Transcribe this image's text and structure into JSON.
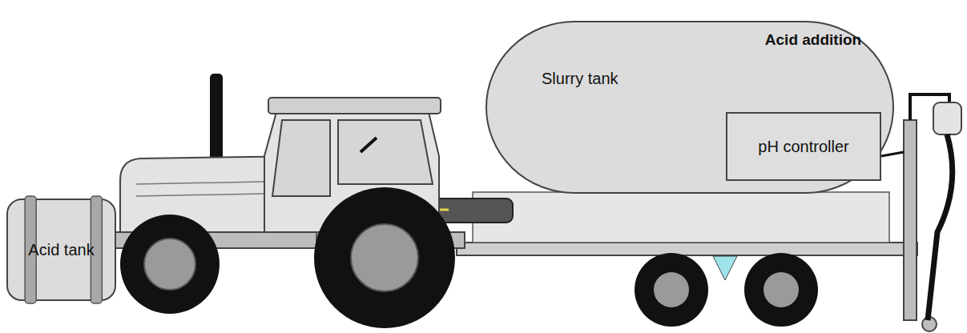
{
  "diagram": {
    "nodes": [
      {
        "text": [
          "Acid tank"
        ]
      },
      {
        "text": [
          "Slurry tank"
        ]
      },
      {
        "text": [
          "pH controller"
        ],
        "in": 1
      }
    ],
    "labels": [
      "Acid addition"
    ]
  }
}
